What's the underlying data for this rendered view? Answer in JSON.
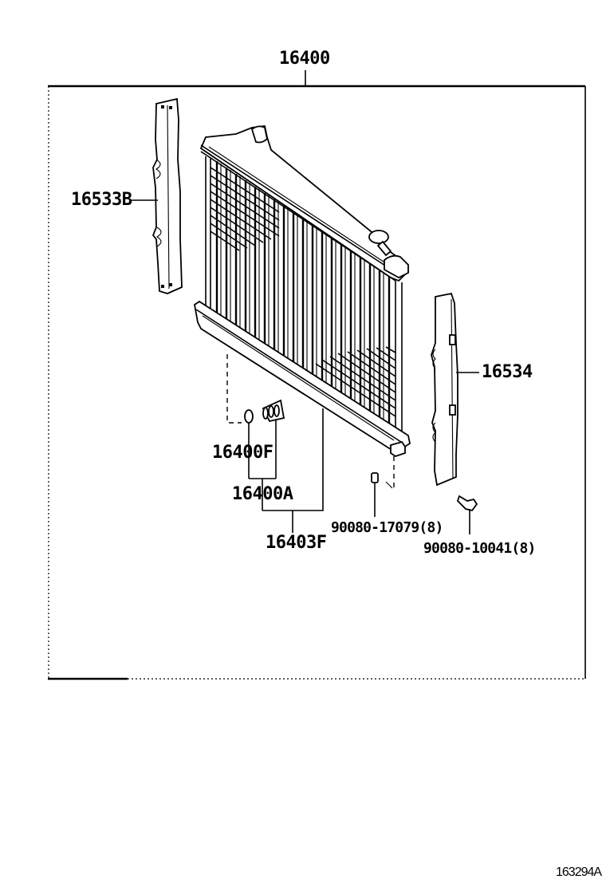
{
  "diagram": {
    "type": "exploded-parts-diagram",
    "subject": "radiator assembly",
    "assembly_label": "16400",
    "illustration_ref": "163294A",
    "parts": [
      {
        "id": "p1",
        "number": "16533B",
        "desc": "left side radiator support seal"
      },
      {
        "id": "p2",
        "number": "16534",
        "desc": "right side radiator support seal"
      },
      {
        "id": "p3",
        "number": "16400F",
        "desc": "o-ring"
      },
      {
        "id": "p4",
        "number": "16400A",
        "desc": "drain cock plug group"
      },
      {
        "id": "p5",
        "number": "16403F",
        "desc": "radiator core / tank group"
      },
      {
        "id": "p6",
        "number": "90080-17079(8)",
        "desc": "clip / nut"
      },
      {
        "id": "p7",
        "number": "90080-10041(8)",
        "desc": "bolt"
      }
    ]
  },
  "labels": {
    "assembly": "16400",
    "left_seal": "16533B",
    "right_seal": "16534",
    "oring": "16400F",
    "drain_cock": "16400A",
    "core": "16403F",
    "clip": "90080-17079(8)",
    "bolt": "90080-10041(8)",
    "ref": "163294A"
  },
  "colors": {
    "line": "#000000",
    "background": "#ffffff"
  }
}
